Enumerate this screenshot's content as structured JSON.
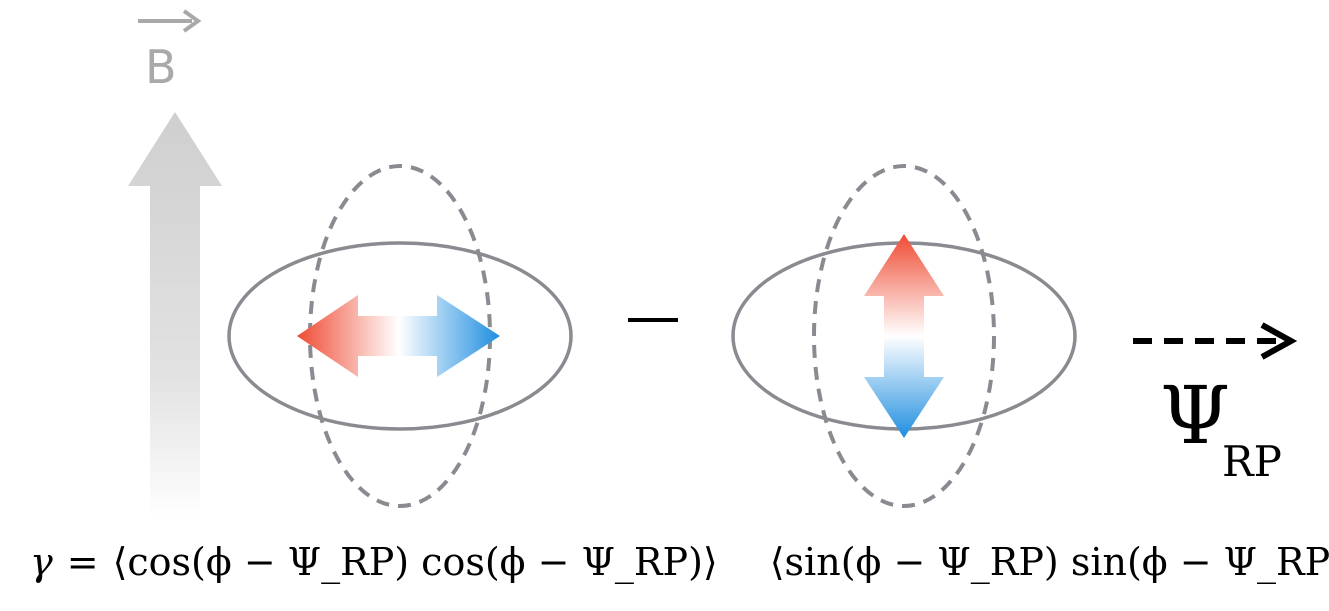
{
  "field": {
    "label": "B",
    "arrow_color": "#cfcfcf",
    "label_color": "#a9a9a9"
  },
  "ellipses": {
    "solid_stroke": "#8a8b90",
    "dashed_stroke": "#8a8b90"
  },
  "double_arrows": {
    "color_start": "#ef4b33",
    "color_mid": "#ffffff",
    "color_end": "#1f8ee0"
  },
  "operator": {
    "minus": "−"
  },
  "reaction_plane": {
    "symbol": "Ψ",
    "subscript": "RP",
    "arrow_icon": "dashed-right-arrow-icon"
  },
  "formula": {
    "lhs": "γ",
    "equals": "=",
    "term1": "⟨cos(ϕ − Ψ_RP) cos(ϕ − Ψ_RP)⟩",
    "term2": "⟨sin(ϕ − Ψ_RP) sin(ϕ − Ψ_RP)⟩"
  }
}
